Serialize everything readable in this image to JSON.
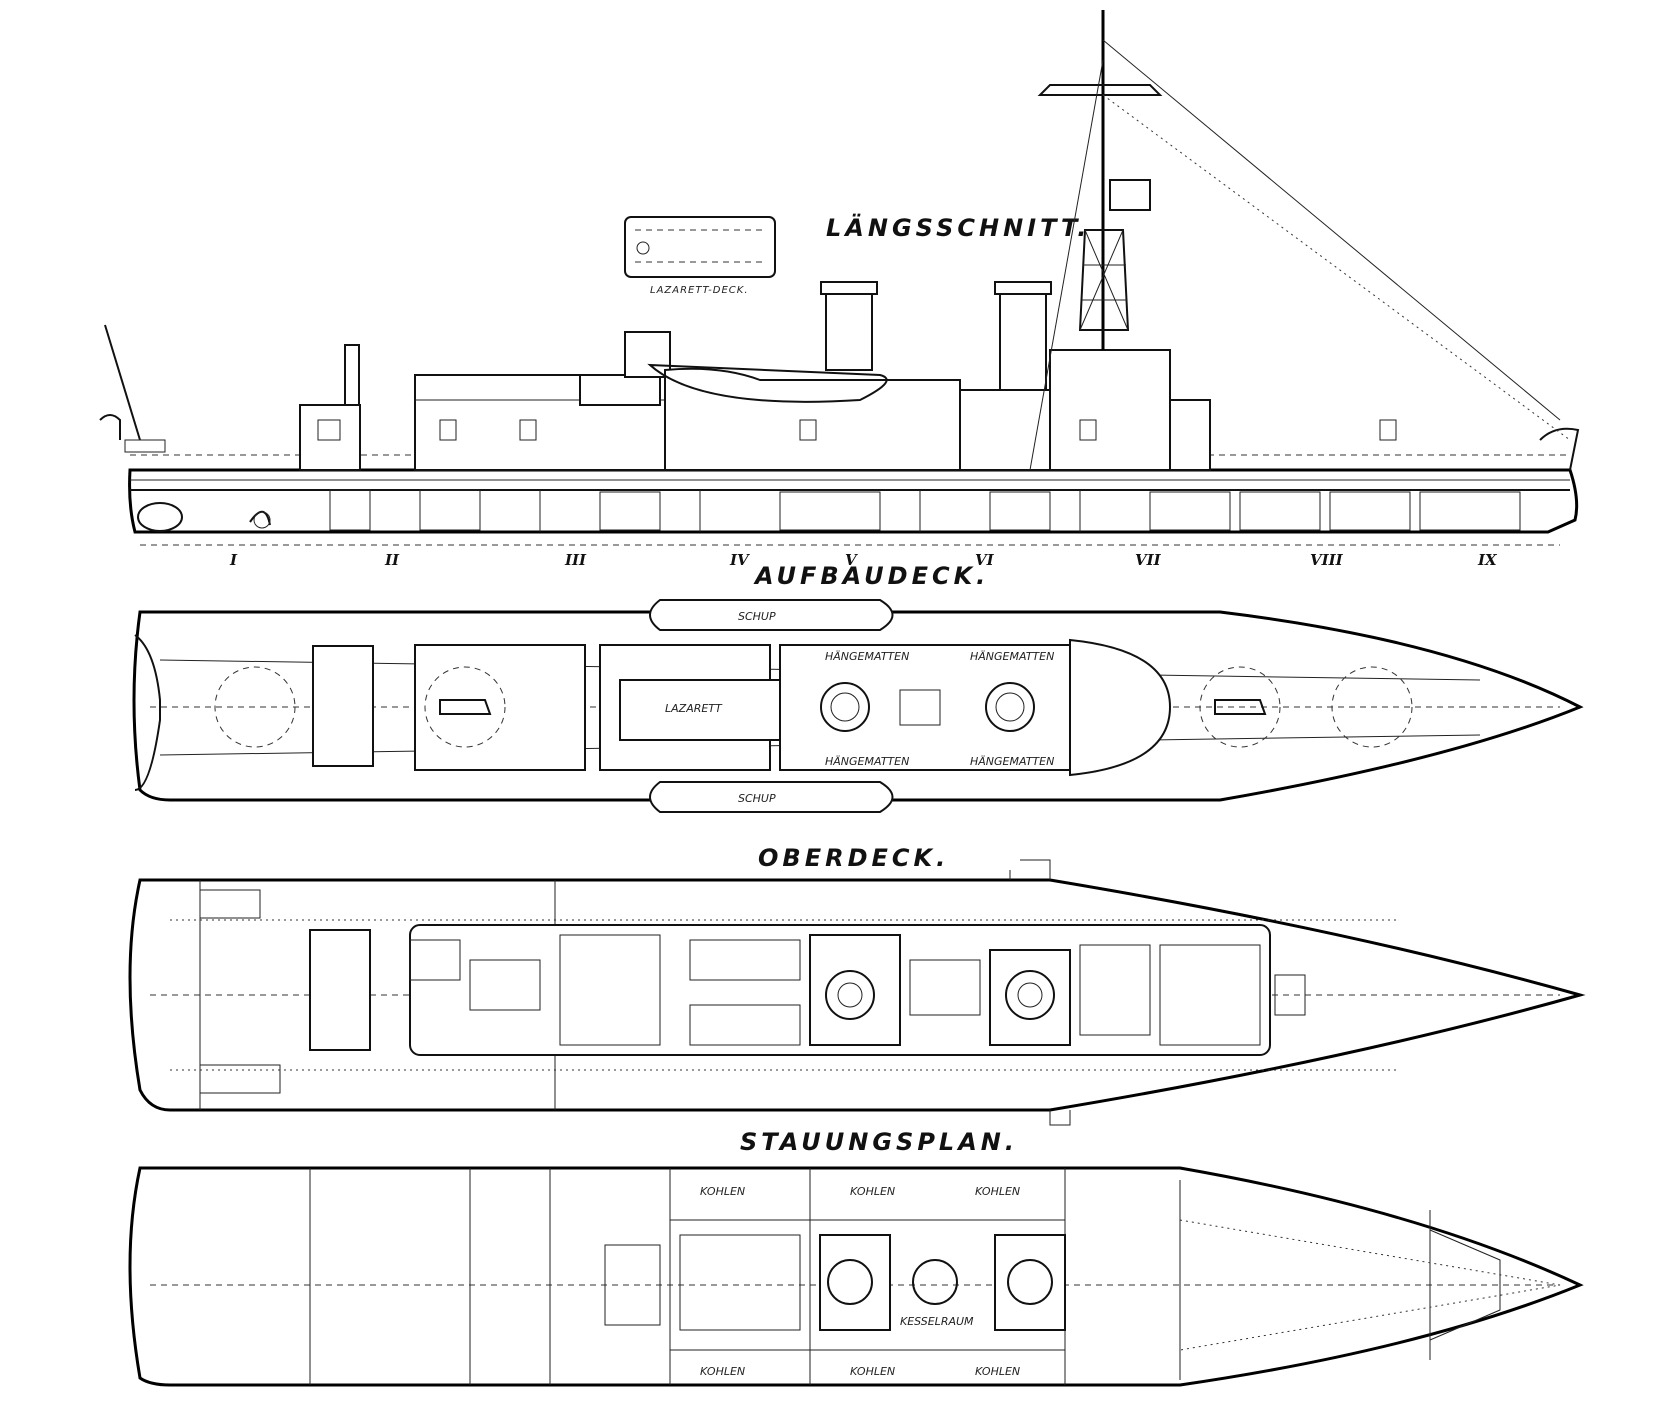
{
  "titles": {
    "profile": "LÄNGSSCHNITT.",
    "superstructure": "AUFBAUDECK.",
    "upper": "OBERDECK.",
    "stowage": "STAUUNGSPLAN."
  },
  "inset_label": "LAZARETT-DECK.",
  "frame_numerals": [
    "I",
    "II",
    "III",
    "IV",
    "V",
    "VI",
    "VII",
    "VIII",
    "IX"
  ],
  "aufbaudeck_labels": {
    "boat_top": "SCHUP",
    "boat_bottom": "SCHUP",
    "hospital": "LAZARETT",
    "hangers": [
      "HÄNGEMATTEN",
      "HÄNGEMATTEN",
      "HÄNGEMATTEN",
      "HÄNGEMATTEN"
    ]
  },
  "stauung_labels": {
    "coal": [
      "KOHLEN",
      "KOHLEN",
      "KOHLEN",
      "KOHLEN",
      "KOHLEN",
      "KOHLEN"
    ],
    "boiler": "KESSELRAUM"
  }
}
